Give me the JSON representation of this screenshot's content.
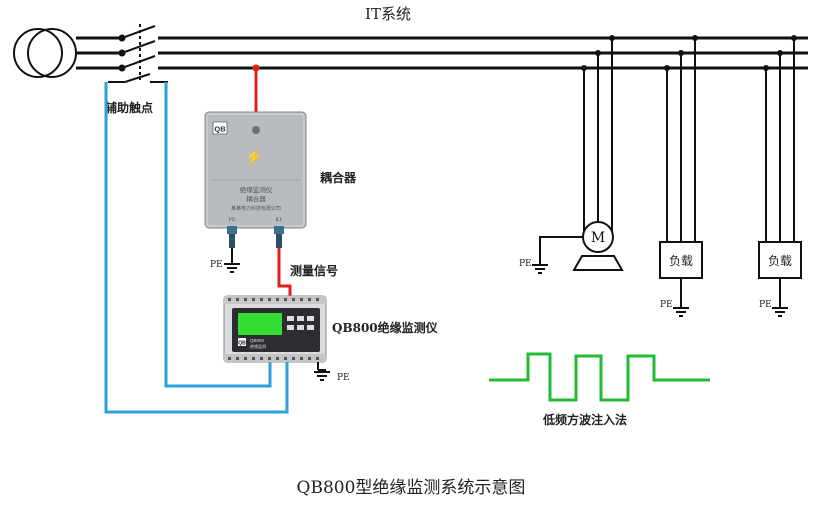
{
  "system_title": "IT系统",
  "labels": {
    "aux_contact": "辅助触点",
    "coupler": "耦合器",
    "measure_signal": "测量信号",
    "monitor": "QB800绝缘监测仪",
    "pe": "PE",
    "motor": "M",
    "load": "负载",
    "waveform": "低频方波注入法"
  },
  "device": {
    "coupler_logo": "QB",
    "coupler_line1": "绝缘监测仪",
    "coupler_line2": "耦合器",
    "coupler_line3": "某某电力科技有限公司",
    "coupler_pin_left": "PE",
    "coupler_pin_right": "K1",
    "monitor_logo": "QB",
    "monitor_brand": "QB800",
    "monitor_model": "绝缘监测"
  },
  "caption": "QB800型绝缘监测系统示意图",
  "colors": {
    "line": "#111111",
    "red": "#e01f1f",
    "blue": "#2aa0dd",
    "green": "#22bb33",
    "screen": "#33dd33",
    "panel": "#b9bcbe"
  }
}
